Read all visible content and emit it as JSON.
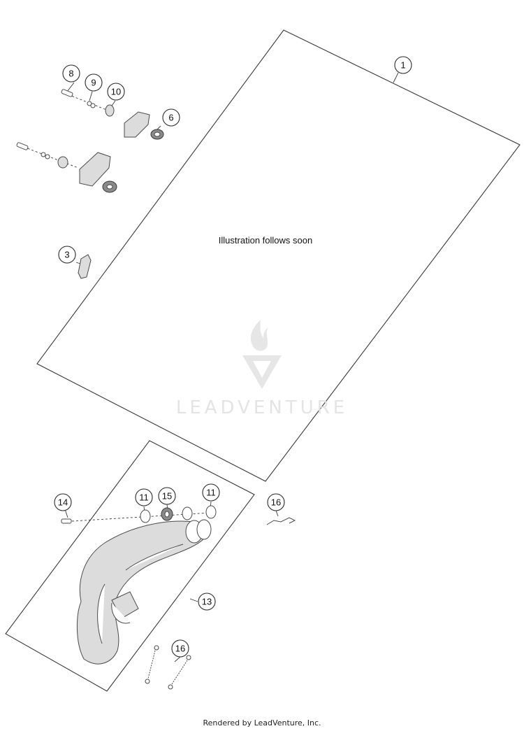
{
  "diagram": {
    "placeholder_text": "Illustration follows soon",
    "watermark": "LEADVENTURE",
    "footer": "Rendered by LeadVenture, Inc."
  },
  "callouts": [
    "1",
    "3",
    "6",
    "8",
    "9",
    "10",
    "11",
    "15",
    "11",
    "13",
    "14",
    "16",
    "16"
  ],
  "colors": {
    "line": "#3a3a3a",
    "watermark": "#e2e2e2",
    "background": "#ffffff"
  }
}
